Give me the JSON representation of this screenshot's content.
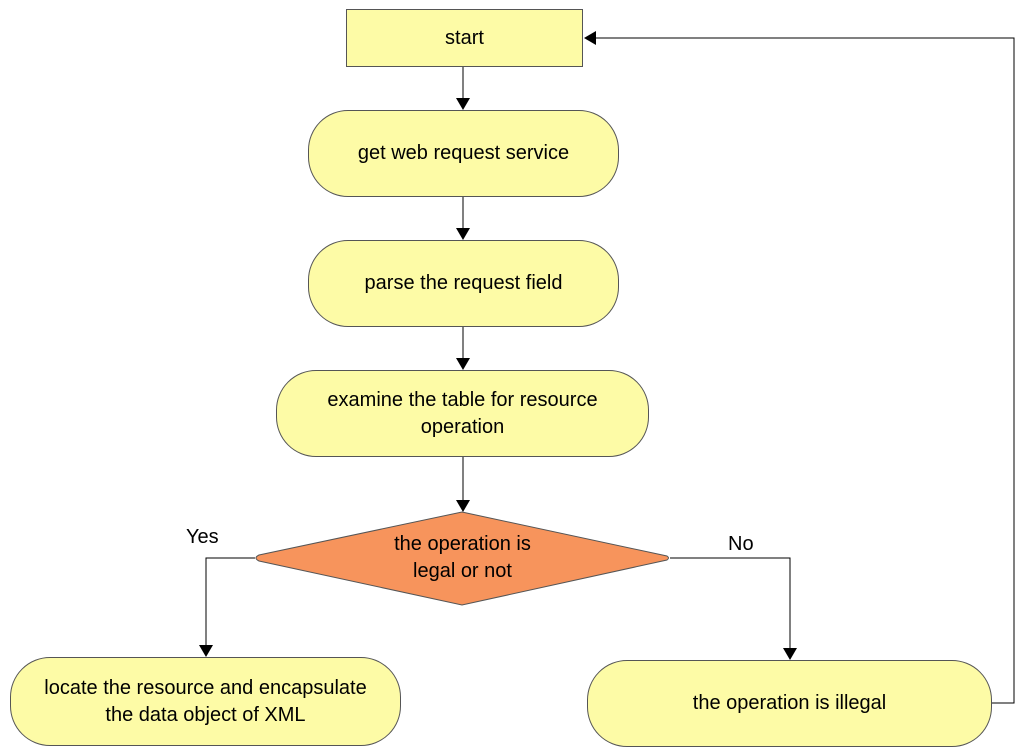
{
  "nodes": {
    "start": "start",
    "get_request": "get web request service",
    "parse_field": "parse the request field",
    "examine_table": "examine the table for resource\noperation",
    "decision": "the operation is\nlegal or not",
    "locate_resource": "locate the resource and encapsulate\nthe data object of XML",
    "illegal": "the operation is illegal"
  },
  "edges": {
    "yes_label": "Yes",
    "no_label": "No"
  },
  "colors": {
    "process_fill": "#fdfba6",
    "decision_fill": "#f7945c",
    "stroke": "#555555"
  }
}
